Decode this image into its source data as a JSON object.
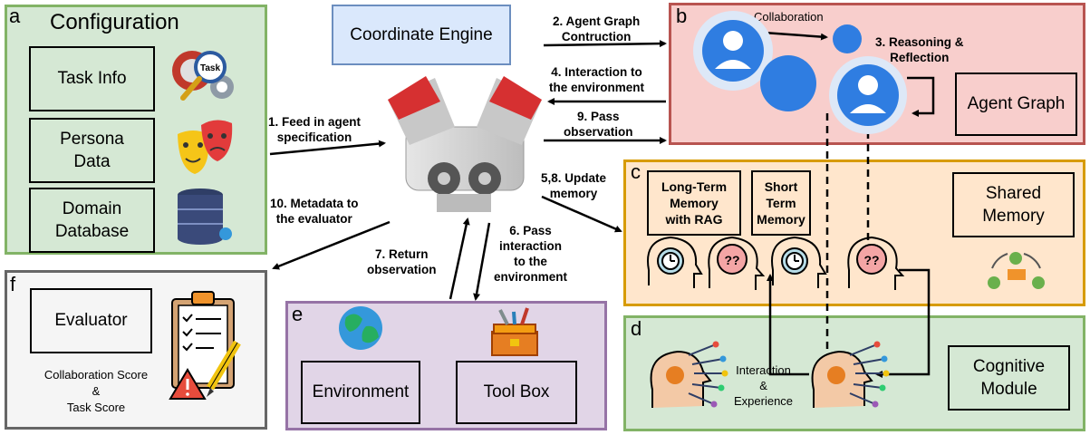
{
  "panels": {
    "a": {
      "letter": "a",
      "title": "Configuration",
      "boxes": [
        "Task Info",
        "Persona\nData",
        "Domain\nDatabase"
      ],
      "icon_text": "Task"
    },
    "b": {
      "letter": "b",
      "box": "Agent Graph",
      "collab": "Collaboration",
      "reasoning": "3. Reasoning &\nReflection"
    },
    "c": {
      "letter": "c",
      "ltm": "Long-Term\nMemory\nwith RAG",
      "stm": "Short\nTerm\nMemory",
      "shared": "Shared\nMemory"
    },
    "d": {
      "letter": "d",
      "box": "Cognitive\nModule",
      "interaction": "Interaction\n&\nExperience"
    },
    "e": {
      "letter": "e",
      "env": "Environment",
      "tool": "Tool Box"
    },
    "f": {
      "letter": "f",
      "box": "Evaluator",
      "scores": "Collaboration Score\n&\nTask Score"
    }
  },
  "engine": {
    "title": "Coordinate Engine"
  },
  "arrows": {
    "s1": "1. Feed in agent\nspecification",
    "s2": "2. Agent Graph\nContruction",
    "s4": "4. Interaction to\nthe environment",
    "s9": "9. Pass\nobservation",
    "s58": "5,8. Update\nmemory",
    "s10": "10. Metadata to\nthe evaluator",
    "s6": "6. Pass\ninteraction\nto the\nenvironment",
    "s7": "7. Return\nobservation"
  },
  "colors": {
    "a_fill": "#d5e8d4",
    "a_border": "#82b366",
    "b_fill": "#f8cecc",
    "b_border": "#b85450",
    "c_fill": "#ffe6cc",
    "c_border": "#d79b00",
    "d_fill": "#d5e8d4",
    "d_border": "#82b366",
    "e_fill": "#e1d5e7",
    "e_border": "#9673a6",
    "f_fill": "#f5f5f5",
    "f_border": "#666666",
    "engine_fill": "#dae8fc",
    "engine_border": "#6c8ebf"
  },
  "icons": [
    "task-gear-icon",
    "theater-masks-icon",
    "database-icon",
    "engine-icon",
    "user-avatar-icon",
    "clock-head-icon",
    "confused-brain-icon",
    "group-chat-icon",
    "ai-head-icon",
    "globe-icon",
    "toolbox-icon",
    "clipboard-icon",
    "warning-icon",
    "pencil-icon"
  ]
}
